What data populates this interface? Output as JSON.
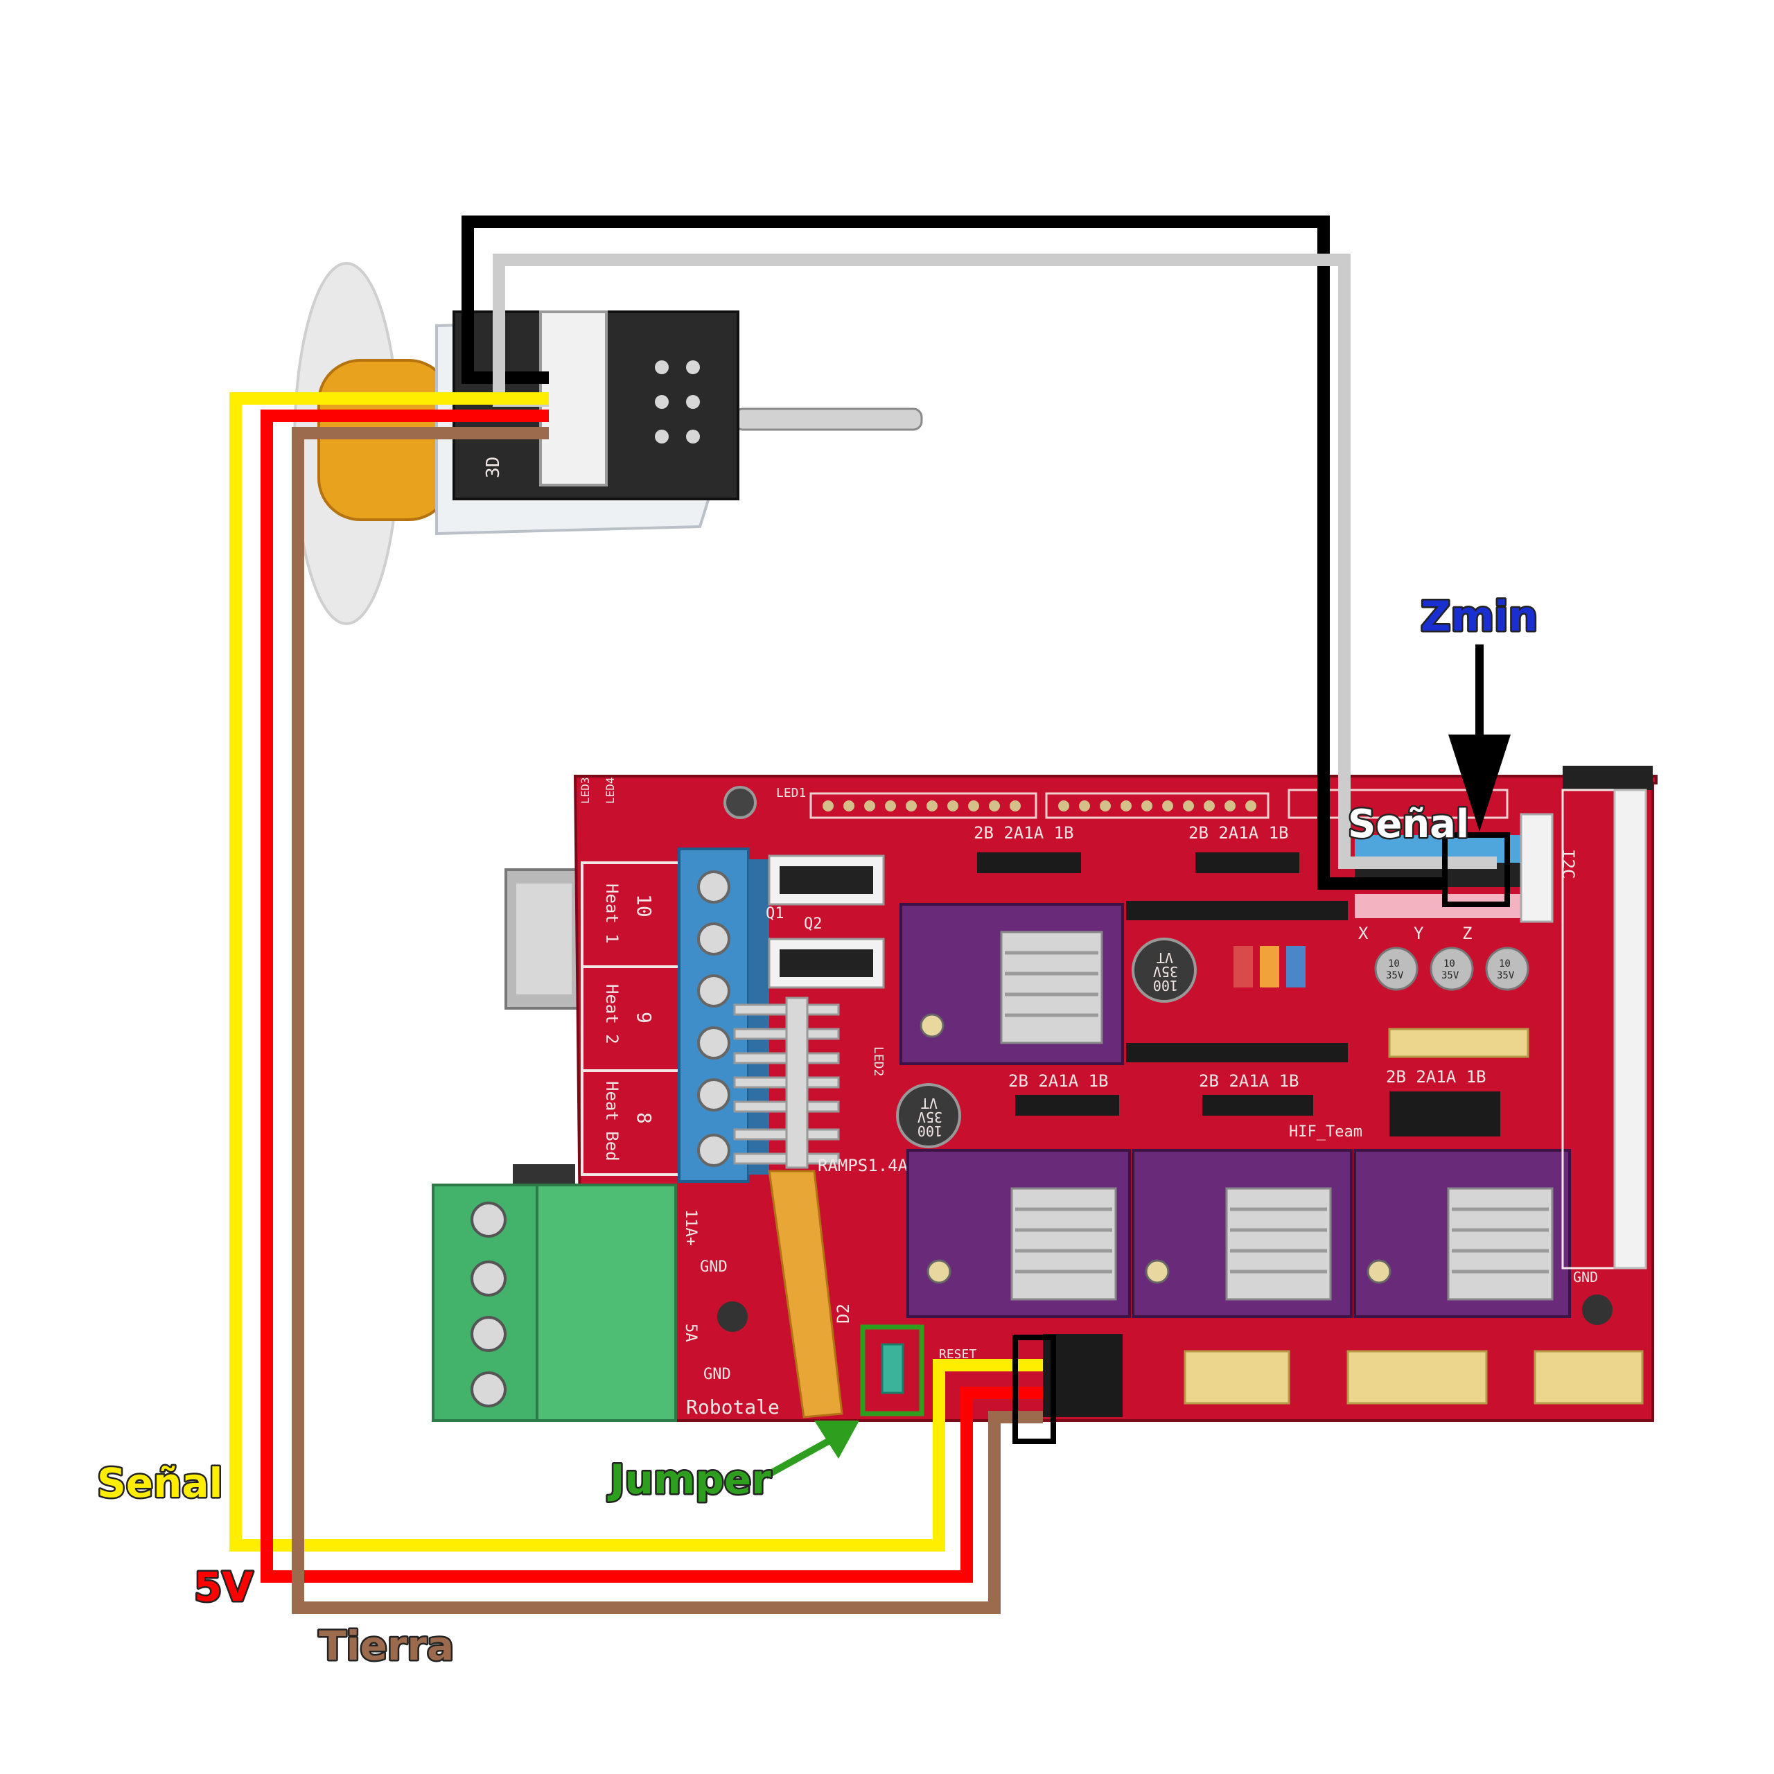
{
  "labels": {
    "zmin": "Zmin",
    "senal_top": "Señal",
    "senal_left": "Señal",
    "v5": "5V",
    "tierra": "Tierra",
    "jumper": "Jumper"
  },
  "board": {
    "heat1_num": "10",
    "heat1_name": "Heat 1",
    "heat2_num": "9",
    "heat2_name": "Heat 2",
    "heatbed_num": "8",
    "heatbed_name": "Heat Bed",
    "driver_pins": "2B 2A1A 1B",
    "i2c": "I2C",
    "axis_x": "X",
    "axis_y": "Y",
    "axis_z": "Z",
    "ramps": "RAMPS1.4A",
    "maker": "Robotale",
    "team": "HIF_Team",
    "gnd": "GND",
    "gnd2": "GND",
    "gnd3": "GND",
    "amp11": "11A+",
    "amp5": "5A",
    "cap_top": "100",
    "cap_mid": "35V",
    "cap_bot": "VT",
    "small_cap": "10",
    "small_cap_v": "35V",
    "led1": "LED1",
    "led2": "LED2",
    "led3": "LED3",
    "led4": "LED4",
    "d2": "D2",
    "q1": "Q1",
    "q2": "Q2",
    "reset": "RESET"
  },
  "sensor": {
    "pcb_text": "3D"
  },
  "colors": {
    "signal": "#ffee00",
    "vcc": "#ff0000",
    "ground": "#9c6b4e",
    "wire_black": "#000000",
    "wire_grey": "#cccccc",
    "zmin_label": "#1a2fd0",
    "jumper_label": "#2e9e1e",
    "board_red": "#c8102e",
    "driver_purple": "#6a2a7a",
    "terminal_blue": "#3f8ec9",
    "terminal_green": "#43b36b"
  }
}
